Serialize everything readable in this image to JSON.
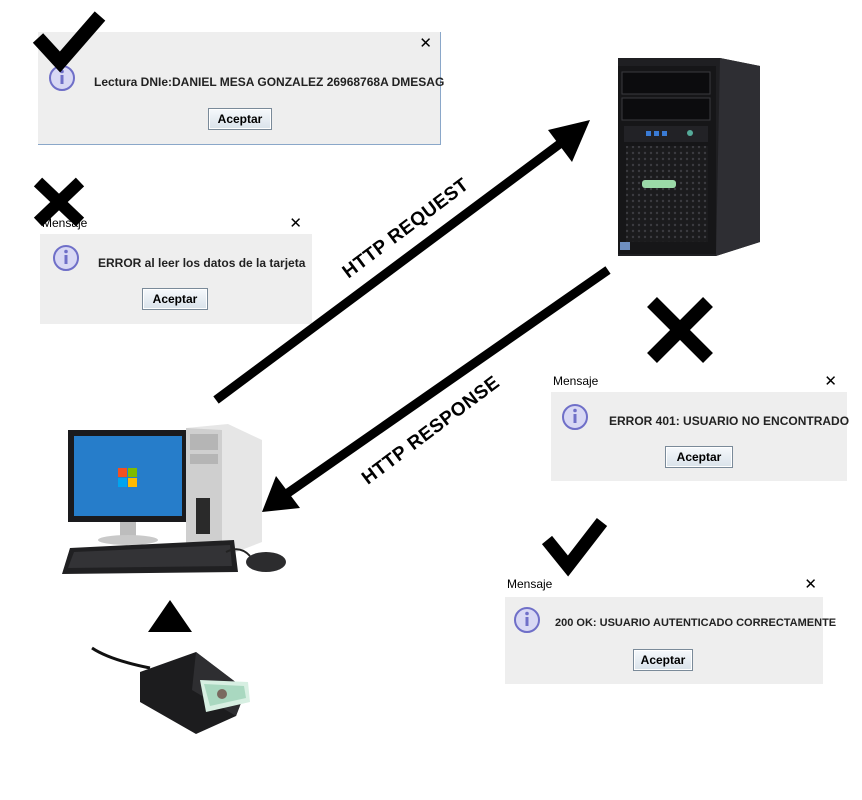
{
  "dialogs": {
    "dni_read": {
      "title": "",
      "message": "Lectura DNIe:DANIEL MESA GONZALEZ 26968768A DMESAG",
      "button": "Aceptar",
      "close": "✕",
      "status": "ok"
    },
    "card_error": {
      "title": "Mensaje",
      "message": "ERROR al leer los datos de la tarjeta",
      "button": "Aceptar",
      "close": "✕",
      "status": "error"
    },
    "user_not_found": {
      "title": "Mensaje",
      "message": "ERROR 401:  USUARIO NO ENCONTRADO",
      "button": "Aceptar",
      "close": "✕",
      "status": "error"
    },
    "auth_ok": {
      "title": "Mensaje",
      "message": "200 OK:  USUARIO AUTENTICADO CORRECTAMENTE",
      "button": "Aceptar",
      "close": "✕",
      "status": "ok"
    }
  },
  "arrows": {
    "request": "HTTP REQUEST",
    "response": "HTTP RESPONSE"
  },
  "icons": {
    "info": "info-icon",
    "ok": "checkmark-icon",
    "error": "cross-icon",
    "server": "server-tower-icon",
    "client": "desktop-pc-icon",
    "reader": "card-reader-icon"
  },
  "colors": {
    "dialog_bg": "#eeeeee",
    "info_icon": "#6f6fc8",
    "mark": "#000000"
  }
}
